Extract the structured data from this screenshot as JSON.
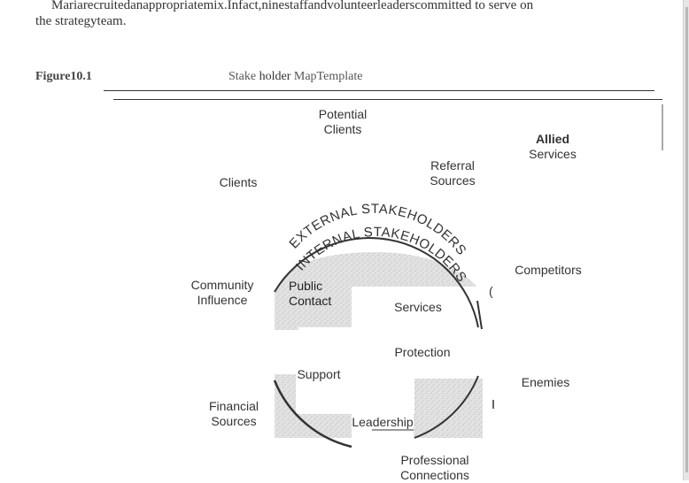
{
  "paragraph": {
    "line1": "Mariarecruitedanappropriatemix.Infact,ninestaffandvolunteerleaderscommitted to serve on",
    "line2": "the strategyteam."
  },
  "figure": {
    "number": "Figure10.1",
    "title_part1": "Stake",
    "title_part2": "holder",
    "title_part3": "MapTemplate"
  },
  "arc_text": {
    "external": "EXTERNAL STAKEHOLDERS",
    "internal": "INTERNAL STAKEHOLDERS"
  },
  "external_labels": {
    "potential_clients": [
      "Potential",
      "Clients"
    ],
    "allied_services": [
      "Allied",
      "Services"
    ],
    "referral_sources": [
      "Referral",
      "Sources"
    ],
    "clients": "Clients",
    "competitors": "Competitors",
    "community_influence": [
      "Community",
      "Influence"
    ],
    "enemies": "Enemies",
    "financial_sources": [
      "Financial",
      "Sources"
    ],
    "professional_connections": [
      "Professional",
      "Connections"
    ]
  },
  "internal_labels": {
    "public_contact": [
      "Public",
      "Contact"
    ],
    "services": "Services",
    "protection": "Protection",
    "support": "Support",
    "leadership": "Leadership"
  },
  "colors": {
    "texture": "#d0d0d0",
    "ring": "#333333"
  }
}
